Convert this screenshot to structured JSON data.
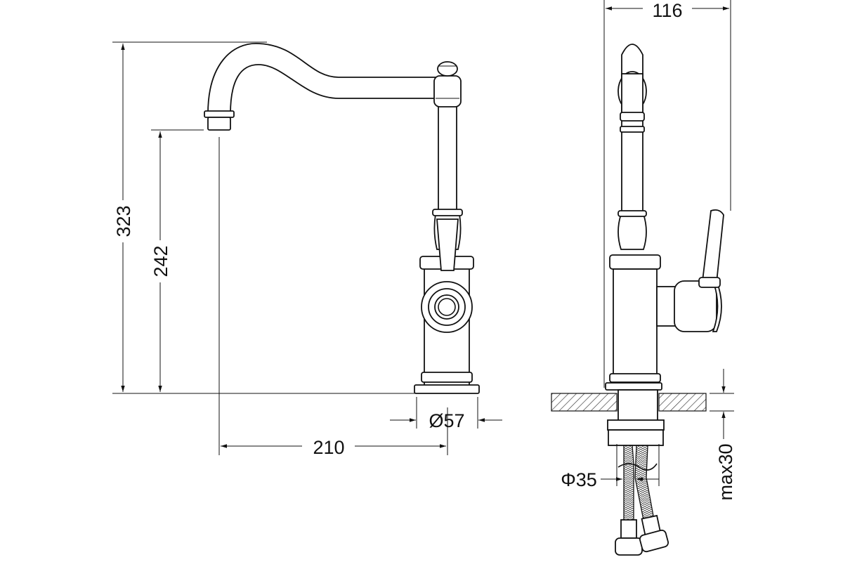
{
  "drawing": {
    "title": "Kitchen faucet dimensional drawing",
    "dimensions": {
      "total_height": "323",
      "spout_height": "242",
      "spout_reach": "210",
      "base_diameter": "Ø57",
      "side_depth": "116",
      "shank_diameter": "Φ35",
      "max_counter_thickness": "max30"
    },
    "colors": {
      "line": "#111111",
      "background": "#ffffff"
    }
  }
}
